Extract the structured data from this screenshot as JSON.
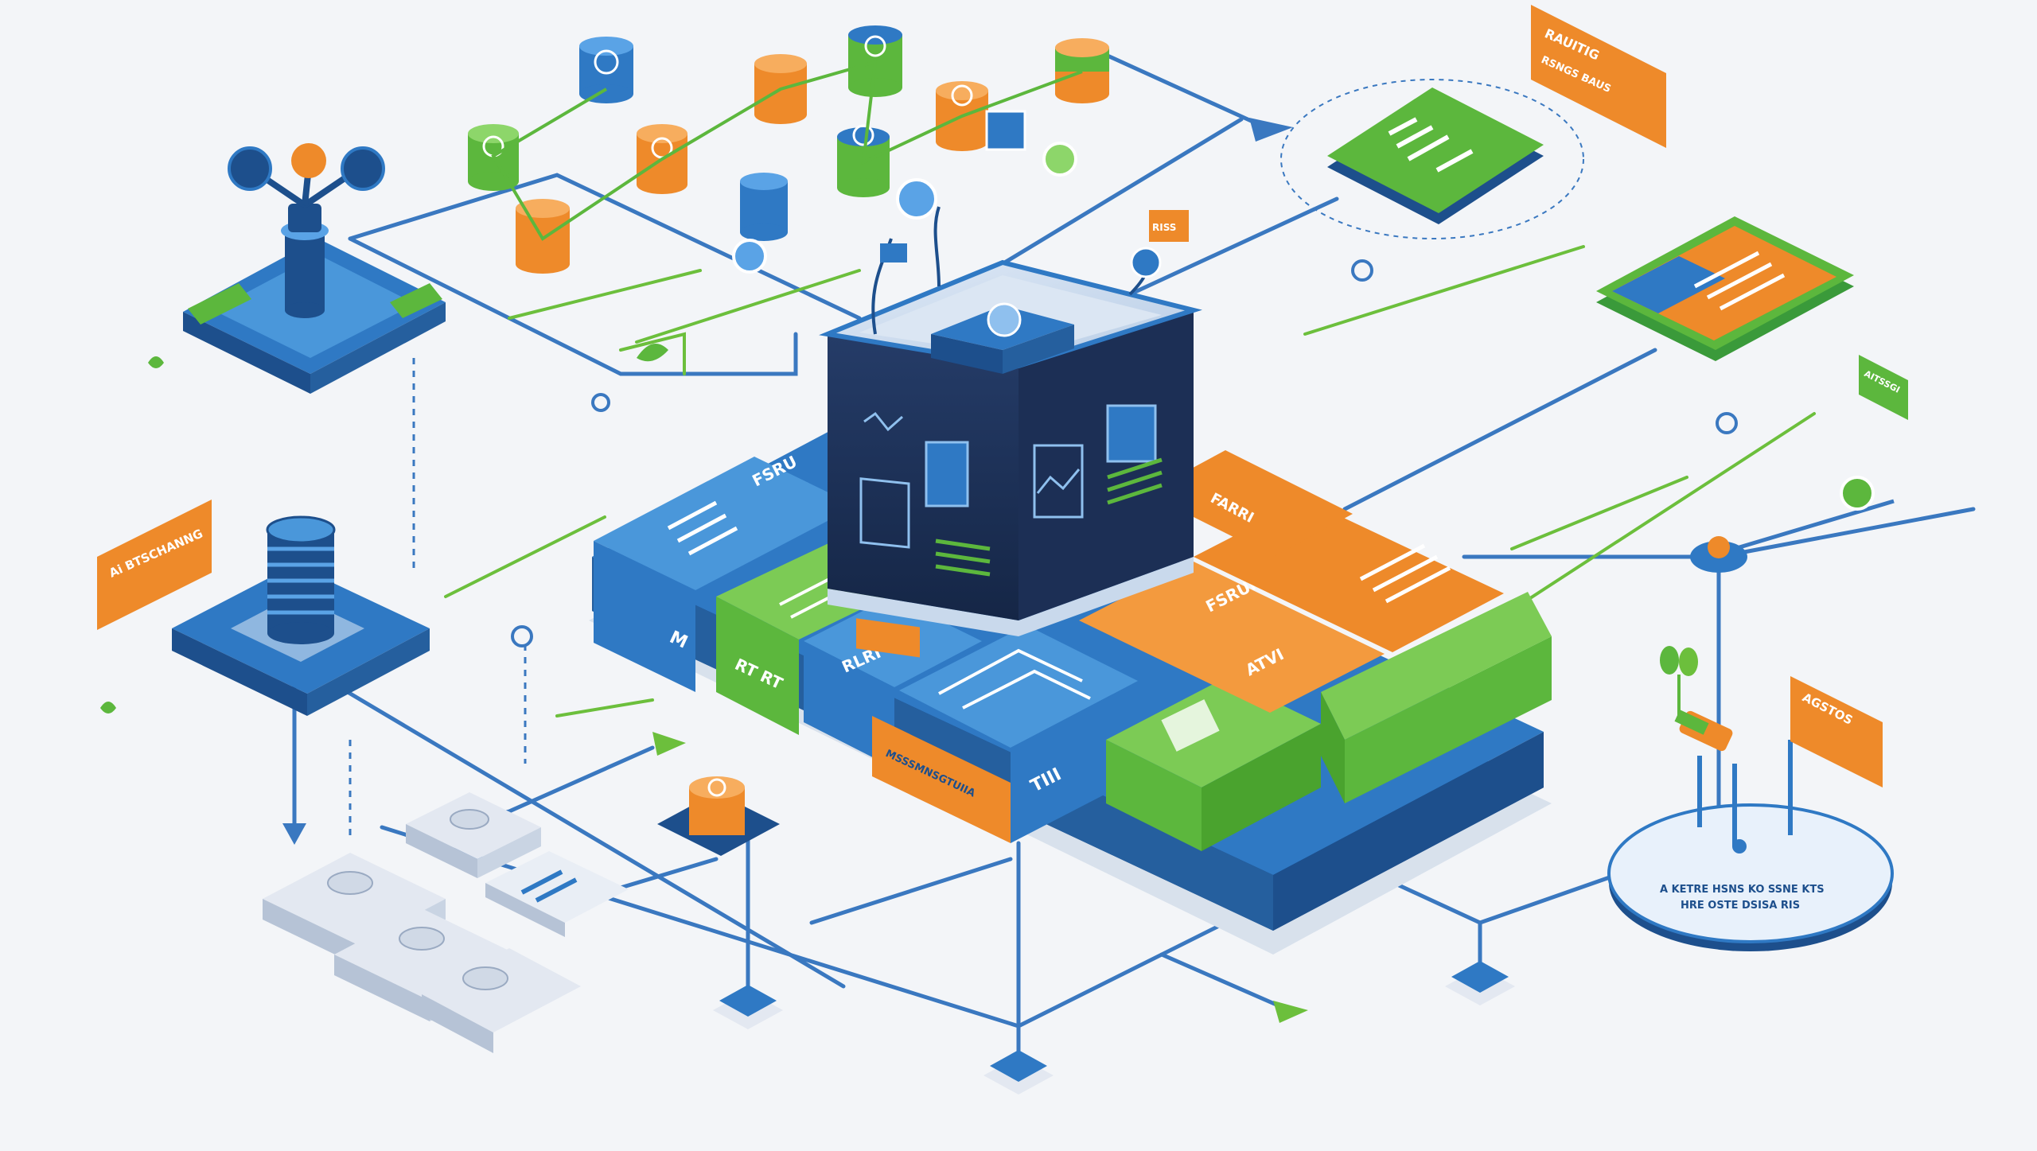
{
  "colors": {
    "background": "#f3f5f8",
    "blue": "#2f79c4",
    "blue_dark": "#1d4f8c",
    "navy": "#1c2f55",
    "green": "#5cb73d",
    "orange": "#ee8a2a",
    "line": "#3a78c0",
    "line_green": "#6cbf3c"
  },
  "labels": {
    "top_right_card": "RAUITIG",
    "top_right_card_sub": "RSNGS BAUS",
    "left_card": "Ai BTSCHANNG",
    "right_card": "AGSTOS",
    "small_right_card": "AITSSGI",
    "platform_caption_line1": "A KETRE HSNS KO SSNE KTS",
    "platform_caption_line2": "HRE OSTE DSISA RIS",
    "tile_left_top": "FSRU",
    "tile_left_mid": "M",
    "tile_green_a": "RT RT",
    "tile_blue_b": "RLRI",
    "tile_blue_c": "TIII",
    "tile_orange_a": "FSRUI",
    "tile_orange_b": "ATVI",
    "tile_orange_c": "FARRI",
    "orange_strip": "MSSSMNSGTUIIA",
    "small_tag": "RISS"
  },
  "icons": [
    "server-cube-icon",
    "database-stack-icon",
    "satellite-hub-icon",
    "network-node-icon",
    "document-card-icon",
    "router-icon"
  ]
}
